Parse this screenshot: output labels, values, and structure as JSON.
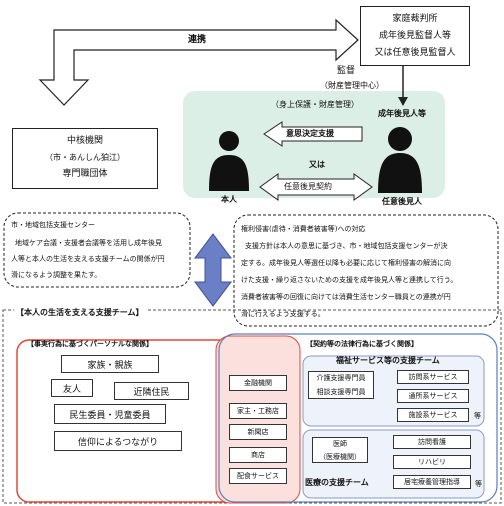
{
  "court": {
    "line1": "家庭裁判所",
    "line2": "成年後見監督人等",
    "line3": "又は任意後見監督人"
  },
  "renkei": "連携",
  "kantoku": "監督",
  "zaisan": "（財産管理中心）",
  "shinjo": "（身上保護・財産管理）",
  "chukaku": {
    "line1": "中核機関",
    "line2": "（市・あんしん狛江）",
    "line3": "専門職団体"
  },
  "ishi": "意思決定支援",
  "seinen_label": "成年後見人等",
  "honnin": "本人",
  "mataha": "又は",
  "nini_keiyaku": "任意後見契約",
  "nini_label": "任意後見人",
  "center_note": {
    "l1": "市・地域包括支援センター",
    "l2": "地域ケア会議・支援者会議等を活用し成年後見",
    "l3": "人等と本人の生活を支える支援チームの関係が円",
    "l4": "滑になるよう調整を果たす。"
  },
  "abuse_note": {
    "l1": "権利侵害(虐待・消費者被害等)への対応",
    "l2": "支援方針は本人の意思に基づき、市・地域包括支援センターが決",
    "l3": "定する。成年後見人等選任以降も必要に応じて権利侵害の解消に向",
    "l4": "けた支援・繰り返さないための支援を成年後見人等と連携して行う。",
    "l5": "消費者被害等の回復に向けては消費生活センター職員との連携が円",
    "l6": "滑に行えるよう支援する。"
  },
  "team_title": "【本人の生活を支える支援チーム】",
  "personal": {
    "title": "【事実行為に基づくパーソナルな関係】",
    "items": [
      "家族・親族",
      "友人",
      "近隣住民",
      "民生委員・児童委員",
      "信仰によるつながり"
    ]
  },
  "middle_items": [
    "金融機関",
    "家主・工務店",
    "新聞店",
    "商店",
    "配食サービス"
  ],
  "legal": {
    "title": "【契約等の法律行為に基づく関係】",
    "welfare_title": "福祉サービス等の支援チーム",
    "care_manager_1": "介護支援専門員",
    "care_manager_2": "相談支援専門員",
    "welfare_services": [
      "訪問系サービス",
      "通所系サービス",
      "施設系サービス"
    ],
    "welfare_etc": "等",
    "doctor_1": "医師",
    "doctor_2": "（医療機関）",
    "medical_services": [
      "訪問看護",
      "リハビリ",
      "居宅療養管理指導"
    ],
    "medical_etc": "等",
    "medical_title": "医療の支援チーム"
  },
  "colors": {
    "green_bg": "#dcefe6",
    "arrow_blue": "#6a7fc6",
    "red_border": "#e2483a",
    "pink_bg": "#fbe0dd",
    "blue_border": "#5a7fc4",
    "legal_bg": "#eef2fb"
  }
}
